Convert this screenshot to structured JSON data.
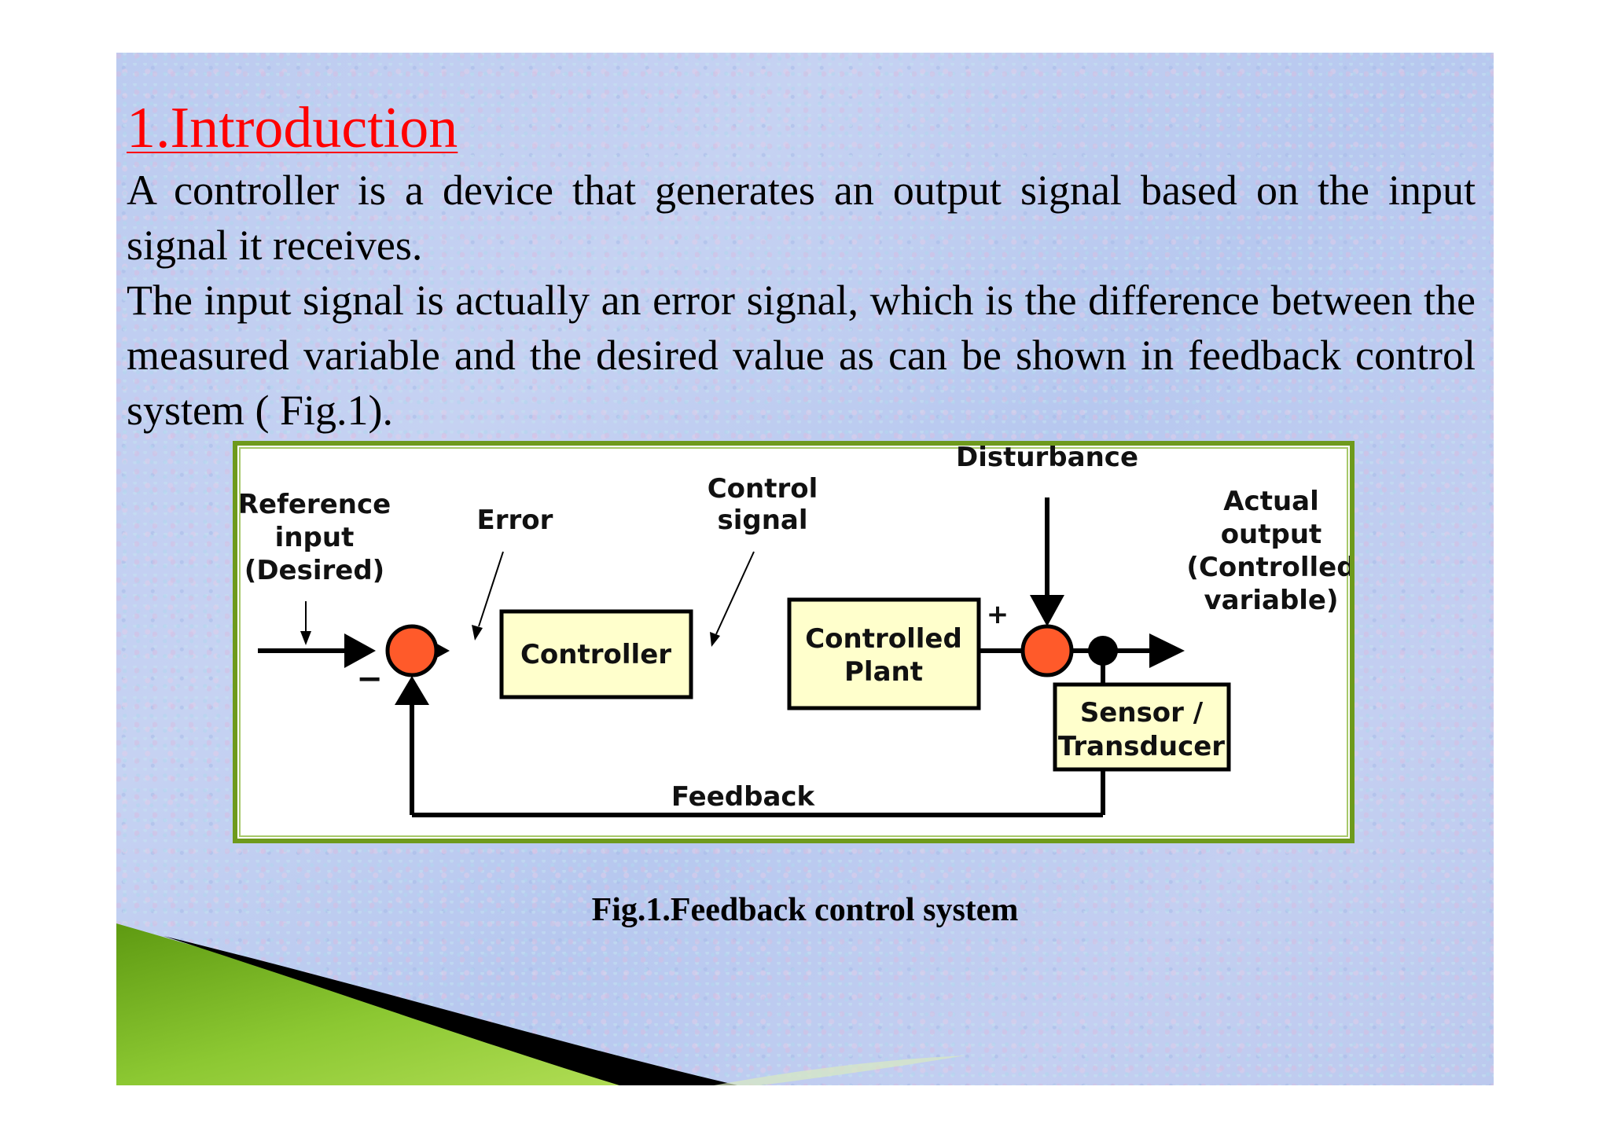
{
  "slide": {
    "title": "1.Introduction",
    "paragraph_1": "A controller is a device that generates an output signal based on the input signal it receives.",
    "paragraph_2": "The input signal is actually an error signal,  which is the difference between the measured variable and the desired value as can be shown in feedback control system ( Fig.1).",
    "caption": "Fig.1.Feedback control system"
  },
  "diagram": {
    "labels": {
      "reference_line1": "Reference",
      "reference_line2": "input",
      "reference_line3": "(Desired)",
      "error": "Error",
      "control_line1": "Control",
      "control_line2": "signal",
      "disturbance": "Disturbance",
      "actual_line1": "Actual",
      "actual_line2": "output",
      "actual_line3": "(Controlled",
      "actual_line4": "variable)",
      "controller": "Controller",
      "plant_line1": "Controlled",
      "plant_line2": "Plant",
      "sensor_line1": "Sensor /",
      "sensor_line2": "Transducer",
      "feedback": "Feedback",
      "minus_sign": "−",
      "plus_sign": "+"
    },
    "colors": {
      "frame": "#6e9a1c",
      "block_fill": "#ffffcc",
      "summing_junction": "#ff5a2a",
      "title_red": "#ff0000",
      "swoosh_green": "#7cb518"
    }
  }
}
